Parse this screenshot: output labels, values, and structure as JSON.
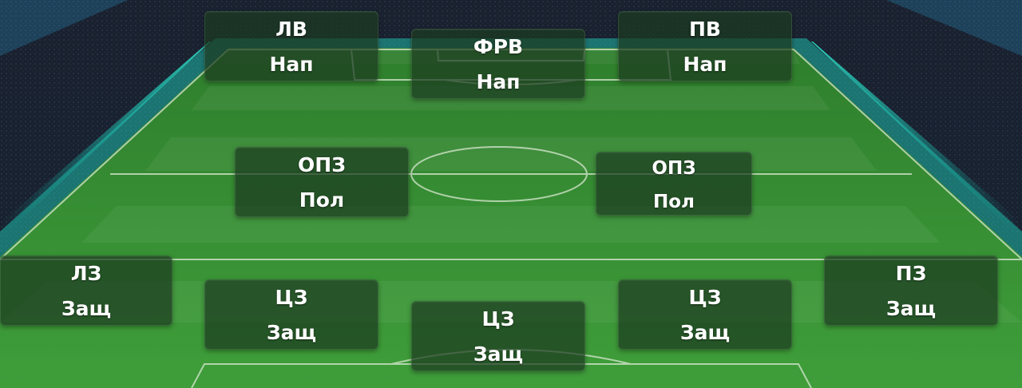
{
  "formation": {
    "slots": [
      {
        "id": "lw",
        "position": "ЛВ",
        "role": "Нап"
      },
      {
        "id": "st",
        "position": "ФРВ",
        "role": "Нап"
      },
      {
        "id": "rw",
        "position": "ПВ",
        "role": "Нап"
      },
      {
        "id": "dm1",
        "position": "ОПЗ",
        "role": "Пол"
      },
      {
        "id": "dm2",
        "position": "ОПЗ",
        "role": "Пол"
      },
      {
        "id": "lb",
        "position": "ЛЗ",
        "role": "Защ"
      },
      {
        "id": "cb1",
        "position": "ЦЗ",
        "role": "Защ"
      },
      {
        "id": "cb2",
        "position": "ЦЗ",
        "role": "Защ"
      },
      {
        "id": "cb3",
        "position": "ЦЗ",
        "role": "Защ"
      },
      {
        "id": "rb",
        "position": "ПЗ",
        "role": "Защ"
      }
    ]
  },
  "colors": {
    "pitch_light": "#3f9a3c",
    "pitch_dark": "#2f7d2e",
    "pitch_glow": "#2fe0c8",
    "line": "#d9e8d2"
  }
}
